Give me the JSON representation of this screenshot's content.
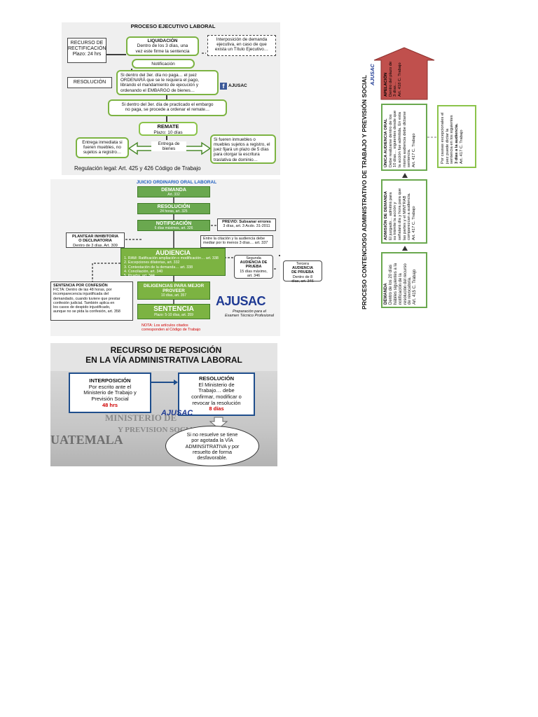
{
  "panel1": {
    "title": "PROCESO EJECUTIVO LABORAL",
    "recurso": {
      "line1": "RECURSO DE",
      "line2": "RECTIFICACIÓN",
      "line3": "Plazo: 24 hrs"
    },
    "liquidacion": {
      "title": "LIQUIDACIÓN",
      "line1": "Dentro de los 3 días, una",
      "line2": "vez este firme la sentencia"
    },
    "interposicion": {
      "line1": "Interposición de demanda",
      "line2": "ejecutiva, en caso de que",
      "line3": "exista un Título Ejecutivo…"
    },
    "notificacion": "Notificación",
    "resolucion": "RESOLUCIÓN",
    "si_no_paga": {
      "line1": "Si dentro del 3er. día no paga… el juez",
      "line2": "ORDENARÁ que se le requiera el pago,",
      "line3": "librando el mandamiento de ejecución y",
      "line4": "ordenando el EMBARGO de bienes…"
    },
    "brand": "AJUSAC",
    "practicado": {
      "line1": "Si dentro del 3er. día de practicado el embargo",
      "line2": "no paga, se procede a ordenar el remate…"
    },
    "remate": {
      "title": "REMATE",
      "plazo": "Plazo: 10 días"
    },
    "entrega_inmediata": {
      "line1": "Entrega inmediata si",
      "line2": "fueren muebles, no",
      "line3": "sujetos a registro…"
    },
    "entrega_bienes": {
      "line1": "Entrega de",
      "line2": "bienes"
    },
    "inmuebles": {
      "line1": "Si fueren inmuebles o",
      "line2": "muebles sujetos a registro, el",
      "line3": "juez fijará un plazo de 5 días",
      "line4": "para otorgar la escritura",
      "line5": "traslativa de dominio…"
    },
    "regulacion": "Regulación legal: Art. 425 y 426 Código de Trabajo"
  },
  "panel2": {
    "title": "JUICIO ORDINARIO ORAL LABORAL",
    "demanda": {
      "title": "DEMANDA",
      "sub": "Art. 332"
    },
    "resolucion": {
      "title": "RESOLUCIÓN",
      "sub": "24 horas, art. 325"
    },
    "notificacion": {
      "title": "NOTIFICACIÓN",
      "sub": "6 días máximos, art. 326"
    },
    "previo": {
      "line1": "PREVIO: Subsanar errores",
      "line2": "3 días, art. 3 Acdo. 31-2011"
    },
    "plantear": {
      "line1": "PLANTEAR INHIBITORIA",
      "line2": "O DECLINATORIA",
      "line3": "Dentro de 3 días. Art. 309"
    },
    "entre_citacion": {
      "line1": "Entre la citación y la audiencia debe",
      "line2": "mediar por lo menos 3 días… art. 337"
    },
    "audiencia": {
      "title": "AUDIENCIA",
      "items": [
        "1. RAM: Ratificación ampliación o modificación… art. 338",
        "2. Excepciones dilatorias, art. 332",
        "3. Contestación de la demanda… art. 338",
        "4. Conciliación, art. 340",
        "5. Prueba, art. 344"
      ]
    },
    "segunda": {
      "line1": "Segunda",
      "line2": "AUDIENCIA DE",
      "line3": "PRUEBA",
      "line4": "15 días máximo,",
      "line5": "art. 346"
    },
    "tercera": {
      "line1": "Tercera",
      "line2": "AUDIENCIA",
      "line3": "DE PRUEBA",
      "line4": "Dentro de 8",
      "line5": "días, art. 346"
    },
    "diligencias": {
      "line1": "DILIGENCIAS PARA MEJOR",
      "line2": "PROVEER",
      "sub": "10 días, art. 357"
    },
    "sentencia": {
      "title": "SENTENCIA",
      "sub": "Plazo: 5-10 días, art. 359"
    },
    "confesion": {
      "line1": "SENTENCIA POR CONFESIÓN",
      "line2": "FICTA: Dentro de las 48 horas, por",
      "line3": "incomparecencia injustificada del",
      "line4": "demandado, cuando tuviere que prestar",
      "line5": "confesión judicial. También aplica en",
      "line6": "los casos de despido injustificado,",
      "line7": "aunque no se pida la confesión, art. 358"
    },
    "brand": "AJUSAC",
    "prep": {
      "line1": "Preparación para el",
      "line2": "Examen Técnico Profesional"
    },
    "nota": {
      "line1": "NOTA: Los artículos citados",
      "line2": "corresponden al Código de Trabajo"
    }
  },
  "panel3": {
    "title1": "RECURSO DE REPOSICIÓN",
    "title2": "EN LA VÍA ADMINISTRATIVA LABORAL",
    "interposicion": {
      "title": "INTERPOSICIÓN",
      "line1": "Por escrito ante el",
      "line2": "Ministerio de Trabajo y",
      "line3": "Previsión Social",
      "plazo": "48 hrs"
    },
    "resolucion": {
      "title": "RESOLUCIÓN",
      "line1": "El Ministerio de",
      "line2": "Trabajo… debe",
      "line3": "confirmar, modificar o",
      "line4": "revocar la resolución",
      "plazo": "8 días"
    },
    "brand": "AJUSAC",
    "bg1": "MINISTERIO DE",
    "bg2": "Y PREVISION SOCIAL",
    "bg3": "UATEMALA",
    "oval": {
      "line1": "Si no resuelve se tiene",
      "line2": "por agotada la VÍA",
      "line3": "ADMINSITRATIVA y por",
      "line4": "resuelto de forma",
      "line5": "desfavorable."
    }
  },
  "panel4": {
    "title": "PROCESO CONTENCIOSO ADMINISTRATIVO DE TRABAJO Y PREVISIÓN SOCIAL",
    "brand": "AJUSAC",
    "demanda": {
      "title": "DEMANDA",
      "line1": "Dentro de los 20 días",
      "line2": "hábiles siguientes a la",
      "line3": "notificación de la",
      "line4": "resolución del recurso",
      "line5": "de revocatoria.",
      "line6": "Art. 415 C. Trabajo"
    },
    "admision": {
      "title": "ADMISIÓN DE DEMANDA",
      "line1": "El juzgado… admitirá para",
      "line2": "su trámite la acción y",
      "line3": "señalará día y hora para que",
      "line4": "las partes y el MINTRAB",
      "line5": "comparezcan a audiencia.",
      "line6": "Art. 417 C. Trabajo"
    },
    "unica": {
      "title": "ÚNICA AUDIENCIA ORAL",
      "line1": "Debe realizarse dentro de los",
      "line2": "10 días… siguientes desde que",
      "line3": "la acción fue admitida. En esta",
      "line4": "misma audiencia debe dictarse",
      "line5": "sentencia.",
      "line6": "Art. 417 C. Trabajo"
    },
    "apelacion": {
      "title": "APELACIÓN",
      "line1": "Dentro del plazo de",
      "line2": "3 días…",
      "line3": "Art. 418 C. Trabajo"
    },
    "excepcional": {
      "line1": "Por causas excepcionales el",
      "line2": "juez puede dictar la",
      "line3": "sentencia en los siguientes",
      "line4": "3 días a la audiencia.",
      "line5": "Art. 417 C. Trabajo"
    }
  }
}
